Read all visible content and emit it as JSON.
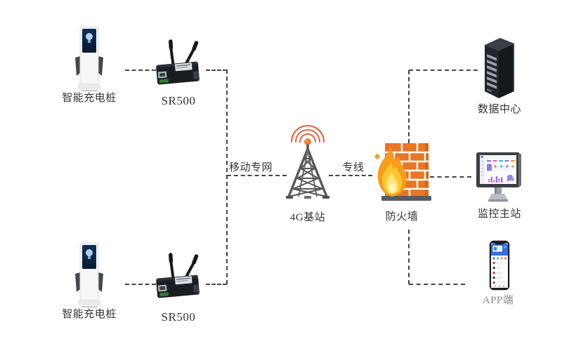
{
  "nodes": {
    "charger_top": {
      "label": "智能充电桩"
    },
    "router_top": {
      "label": "SR500"
    },
    "charger_bottom": {
      "label": "智能充电桩"
    },
    "router_bottom": {
      "label": "SR500"
    },
    "base_station": {
      "label": "4G基站"
    },
    "firewall": {
      "label": "防火墙"
    },
    "data_center": {
      "label": "数据中心"
    },
    "monitor_station": {
      "label": "监控主站"
    },
    "app": {
      "label": "APP端"
    }
  },
  "links": {
    "mobile_private_network": {
      "label": "移动专网"
    },
    "dedicated_line": {
      "label": "专线"
    }
  },
  "colors": {
    "background": "#ffffff",
    "connector": "#454545",
    "label_text": "#333333",
    "muted_label_text": "#8a8a8a",
    "tower_gray": "#56585c",
    "radio_wave_orange": "#e4603d",
    "antenna_ball_orange": "#ED7D31",
    "brick_orange": "#EA7524",
    "flame_orange": "#F89C1A",
    "flame_yellow": "#FFC62E",
    "phone_header_blue": "#2f6fe6",
    "dashboard_purple": "#8d7ce0"
  }
}
